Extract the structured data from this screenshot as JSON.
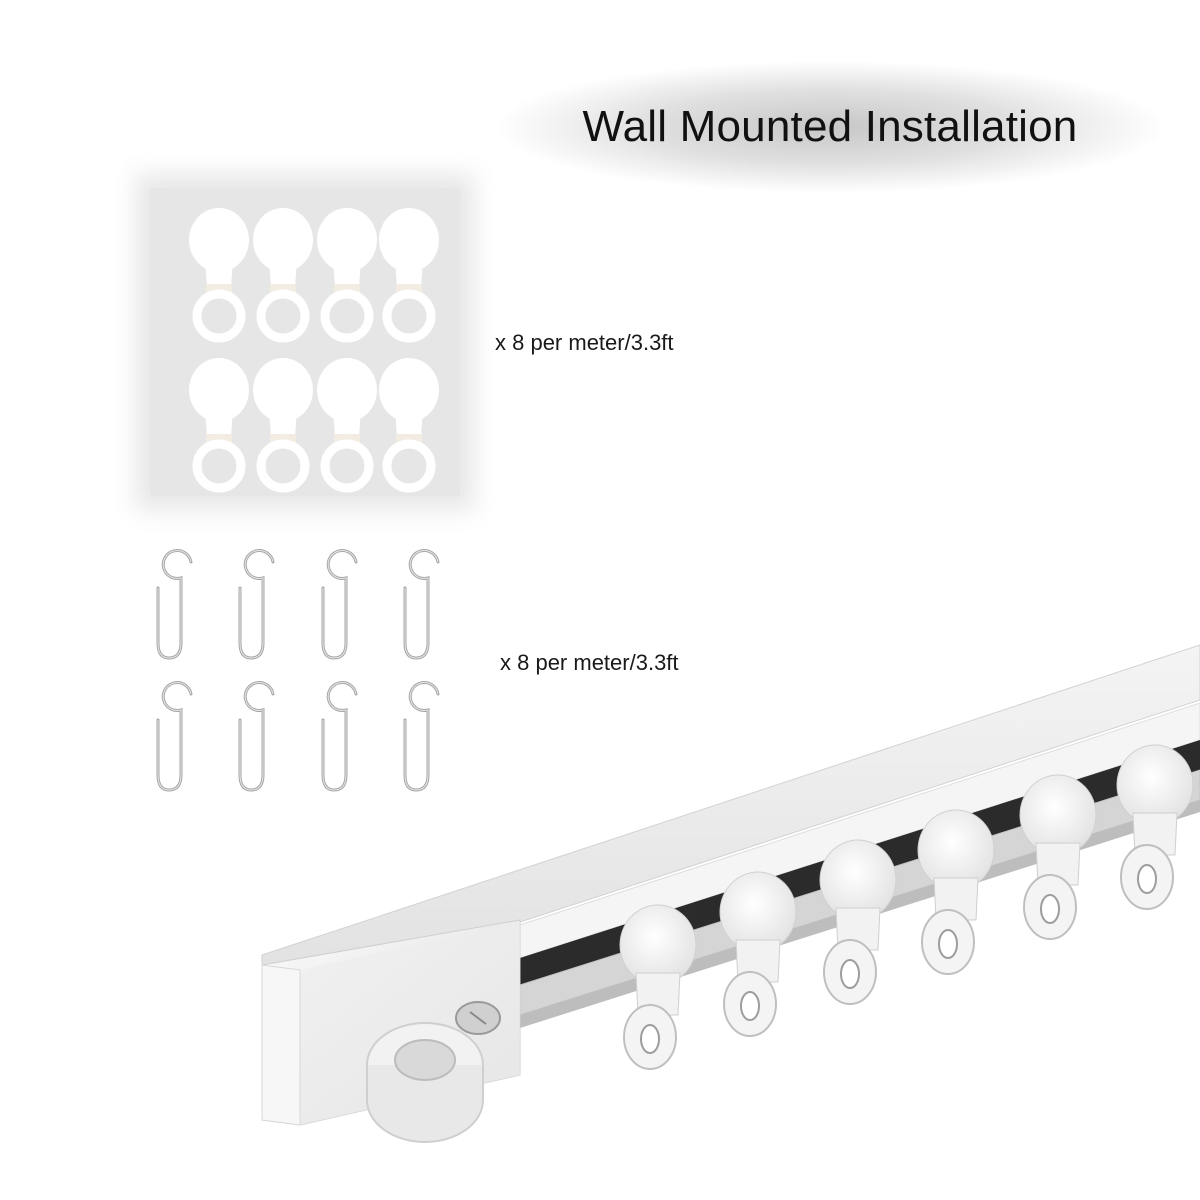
{
  "title": "Wall Mounted Installation",
  "gliders": {
    "quantity_label": "x 8 per meter/3.3ft",
    "count": 8
  },
  "hooks": {
    "quantity_label": "x 8 per meter/3.3ft",
    "count": 8
  },
  "colors": {
    "background": "#ffffff",
    "panel": "#e6e6e6",
    "plastic": "#ffffff",
    "metal": "#a7a7a7",
    "track_gap": "#2b2b2b"
  }
}
